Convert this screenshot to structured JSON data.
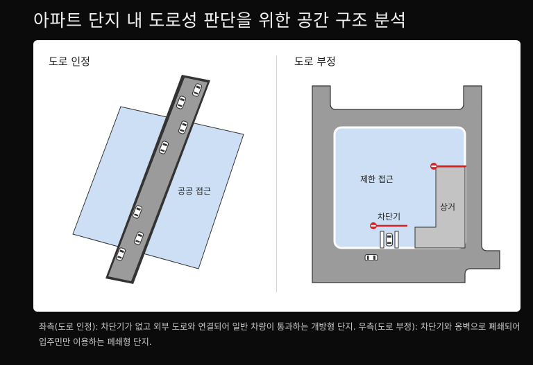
{
  "title": "아파트 단지 내 도로성 판단을 위한 공간 구조 분석",
  "left_panel": {
    "label": "도로 인정",
    "area_label": "공공 접근"
  },
  "right_panel": {
    "label": "도로 부정",
    "restricted_label": "제한 접근",
    "barrier_label": "차단기",
    "commercial_label": "상거"
  },
  "caption": "좌측(도로 인정): 차단기가 없고 외부 도로와 연결되어 일반 차량이 통과하는 개방형 단지. 우측(도로 부정): 차단기와 옹벽으로 폐쇄되어 입주민만 이용하는 폐쇄형 단지.",
  "colors": {
    "background": "#0b0b0b",
    "card": "#ffffff",
    "block": "#cddff4",
    "road": "#9b9b9b",
    "commercial": "#c3c3c3",
    "barrier": "#d32020"
  }
}
